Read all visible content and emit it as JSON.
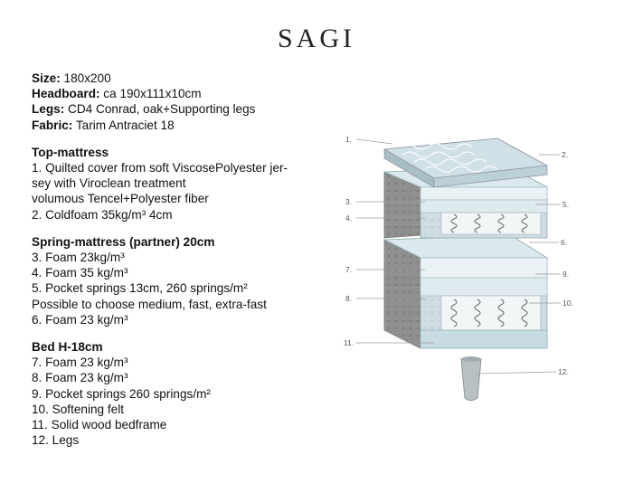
{
  "title": "SAGI",
  "specs": [
    {
      "label": "Size:",
      "value": " 180x200"
    },
    {
      "label": "Headboard:",
      "value": " ca 190x111x10cm"
    },
    {
      "label": "Legs:",
      "value": " CD4 Conrad, oak+Supporting legs"
    },
    {
      "label": "Fabric:",
      "value": " Tarim Antraciet 18"
    }
  ],
  "sections": [
    {
      "heading": "Top-mattress",
      "lines": [
        "1. Quilted cover from soft ViscosePolyester jer-",
        "sey with Viroclean treatment",
        "volumous Tencel+Polyester fiber",
        "2. Coldfoam 35kg/m³ 4cm"
      ]
    },
    {
      "heading": "Spring-mattress (partner) 20cm",
      "lines": [
        "3. Foam 23kg/m³",
        "4. Foam 35 kg/m³",
        "5. Pocket springs 13cm, 260 springs/m²",
        "Possible to choose medium, fast, extra-fast",
        "6. Foam 23 kg/m³"
      ]
    },
    {
      "heading": "Bed H-18cm",
      "lines": [
        "7. Foam 23 kg/m³",
        "8. Foam 23 kg/m³",
        "9. Pocket springs 260 springs/m²",
        "10. Softening felt",
        "11. Solid wood bedframe",
        "12. Legs"
      ]
    }
  ],
  "diagram_labels": [
    "1.",
    "2.",
    "3.",
    "4.",
    "5.",
    "6.",
    "7.",
    "8.",
    "9.",
    "10.",
    "11.",
    "12."
  ]
}
